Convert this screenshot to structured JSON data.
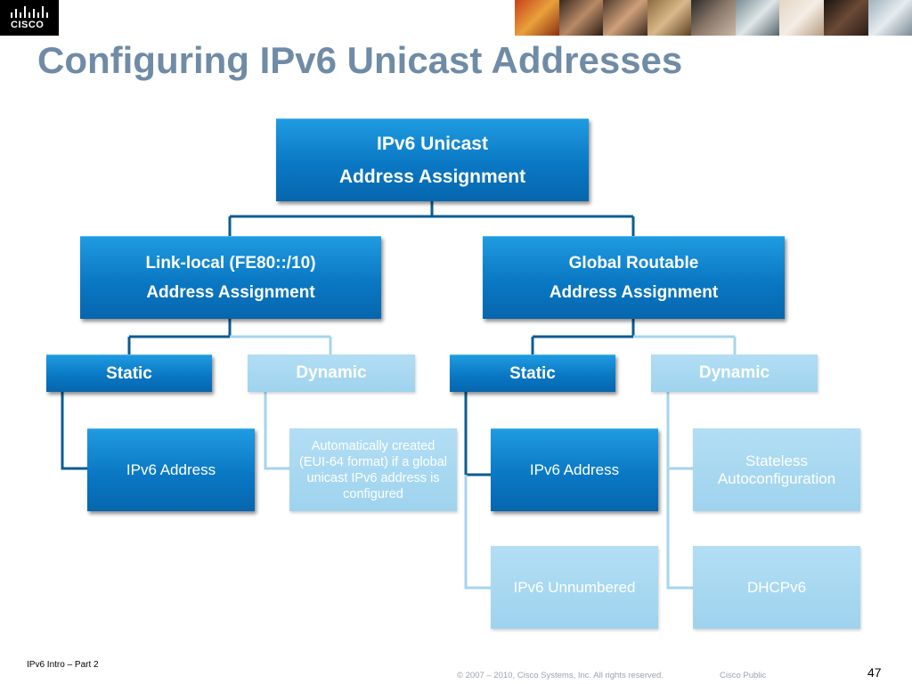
{
  "header": {
    "logo_text": "CISCO",
    "title": "Configuring IPv6 Unicast Addresses"
  },
  "diagram": {
    "root": {
      "line1": "IPv6 Unicast",
      "line2": "Address Assignment"
    },
    "link_local": {
      "line1": "Link-local (FE80::/10)",
      "line2": "Address Assignment"
    },
    "global": {
      "line1": "Global Routable",
      "line2": "Address Assignment"
    },
    "ll_static": "Static",
    "ll_dynamic": "Dynamic",
    "g_static": "Static",
    "g_dynamic": "Dynamic",
    "ll_static_leaf": "IPv6 Address",
    "ll_dynamic_leaf": "Automatically created (EUI-64 format) if a global unicast IPv6 address is configured",
    "g_static_leaf_1": "IPv6 Address",
    "g_static_leaf_2": "IPv6 Unnumbered",
    "g_dynamic_leaf_1": "Stateless Autoconfiguration",
    "g_dynamic_leaf_2": "DHCPv6"
  },
  "footer": {
    "left": "IPv6 Intro – Part 2",
    "copyright": "© 2007 – 2010, Cisco Systems, Inc. All rights reserved.",
    "classification": "Cisco Public",
    "page_number": "47"
  },
  "colors": {
    "dark_box": "#0a78c4",
    "light_box": "#a8d8f0",
    "title": "#6f8ba6",
    "dark_line": "#0b5c91",
    "light_line": "#a6d4ec"
  }
}
